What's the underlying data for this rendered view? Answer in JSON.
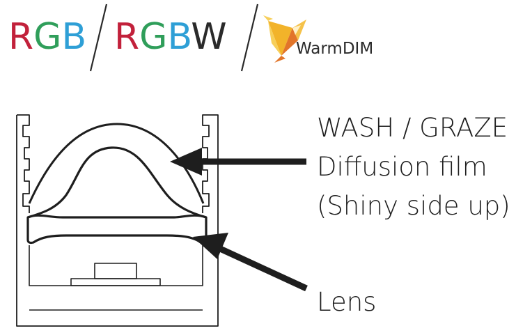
{
  "header": {
    "rgb": {
      "r": "R",
      "g": "G",
      "b": "B"
    },
    "rgbw": {
      "r": "R",
      "g": "G",
      "b": "B",
      "w": "W"
    },
    "warmdim_logo_text": "WarmDIM"
  },
  "colors": {
    "red": "#c2213b",
    "green": "#2f9e5a",
    "blue": "#2e9fd6",
    "dark": "#2a2a2a",
    "logo_yellow": "#f2b32a",
    "logo_orange": "#e2752a"
  },
  "labels": {
    "wash_graze": "WASH / GRAZE",
    "diffusion_film": "Diffusion film",
    "shiny_side": "(Shiny side up)",
    "lens": "Lens"
  }
}
